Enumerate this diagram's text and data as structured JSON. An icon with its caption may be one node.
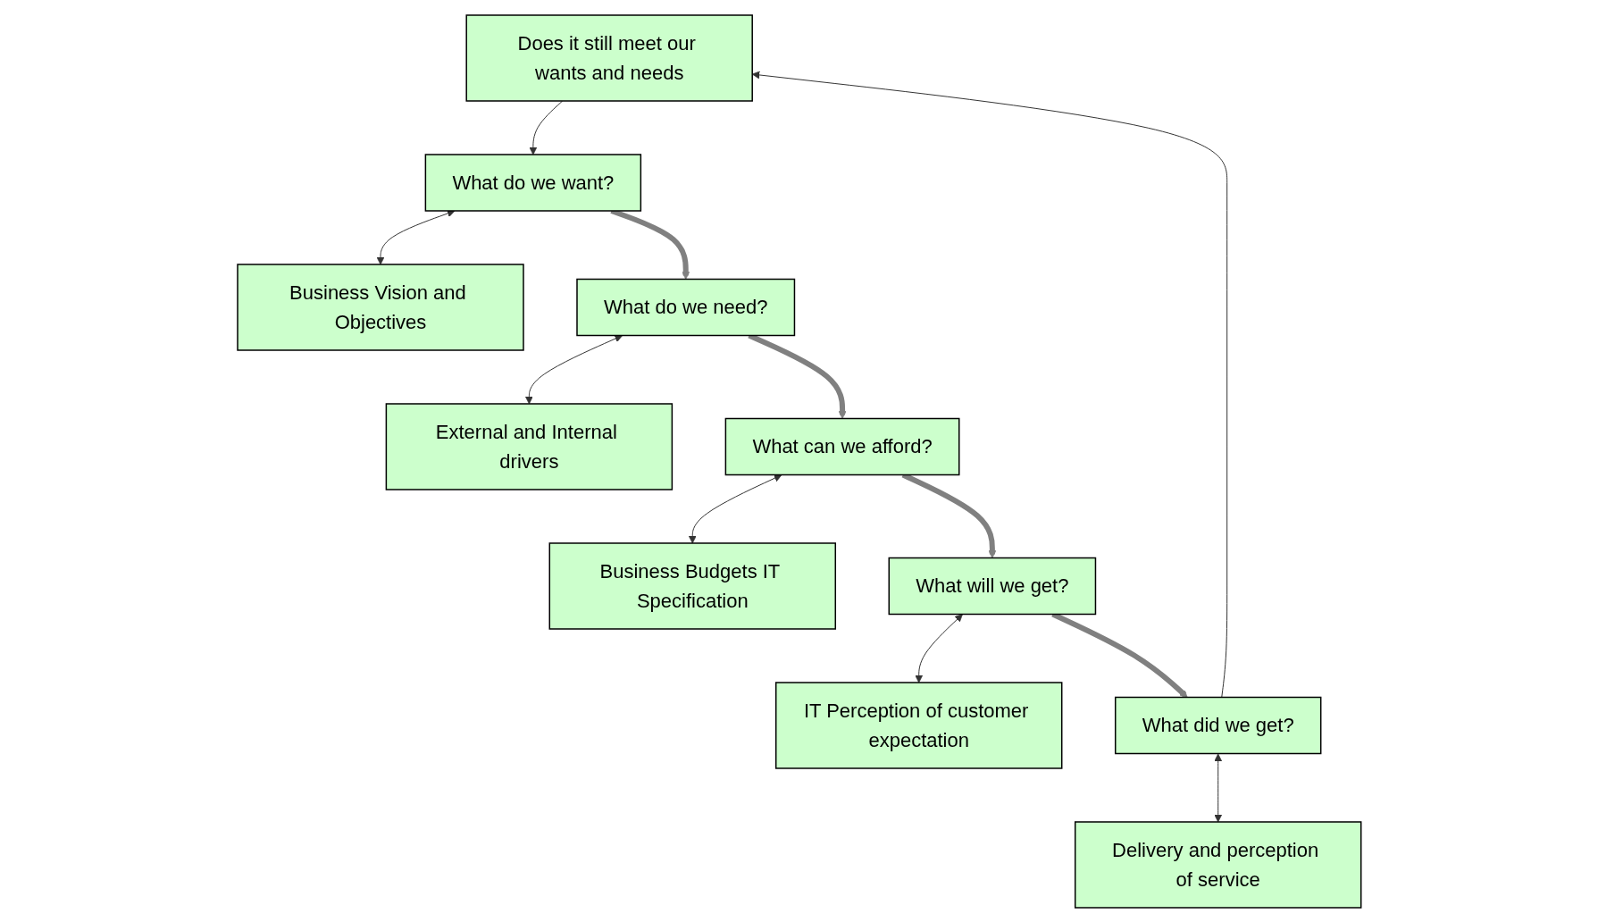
{
  "diagram": {
    "nodes": [
      {
        "text": [
          "Does it still meet our wants and needs"
        ]
      },
      {
        "text": [
          "What do we want?"
        ]
      },
      {
        "text": [
          "Business Vision and Objectives"
        ]
      },
      {
        "text": [
          "What do we need?"
        ]
      },
      {
        "text": [
          "External and Internal drivers"
        ]
      },
      {
        "text": [
          "What can we afford?"
        ]
      },
      {
        "text": [
          "Business Budgets IT Specification"
        ]
      },
      {
        "text": [
          "What will we get?"
        ]
      },
      {
        "text": [
          "IT Perception of customer expectation"
        ]
      },
      {
        "text": [
          "What did we get?"
        ]
      },
      {
        "text": [
          "Delivery and perception of service"
        ]
      }
    ],
    "edges": [
      {
        "from": 0,
        "to": 1,
        "arrow": "to"
      },
      {
        "from": 1,
        "to": 2,
        "arrow": "both"
      },
      {
        "from": 1,
        "to": 3,
        "arrow": "to",
        "style": "thick",
        "color": "#808080"
      },
      {
        "from": 3,
        "to": 4,
        "arrow": "both"
      },
      {
        "from": 3,
        "to": 5,
        "arrow": "to",
        "style": "thick",
        "color": "#808080"
      },
      {
        "from": 5,
        "to": 6,
        "arrow": "both"
      },
      {
        "from": 5,
        "to": 7,
        "arrow": "to",
        "style": "thick",
        "color": "#808080"
      },
      {
        "from": 7,
        "to": 8,
        "arrow": "both"
      },
      {
        "from": 7,
        "to": 9,
        "arrow": "to",
        "style": "thick",
        "color": "#808080"
      },
      {
        "from": 9,
        "to": 10,
        "arrow": "both"
      },
      {
        "from": 9,
        "to": 0,
        "arrow": "to"
      }
    ]
  }
}
